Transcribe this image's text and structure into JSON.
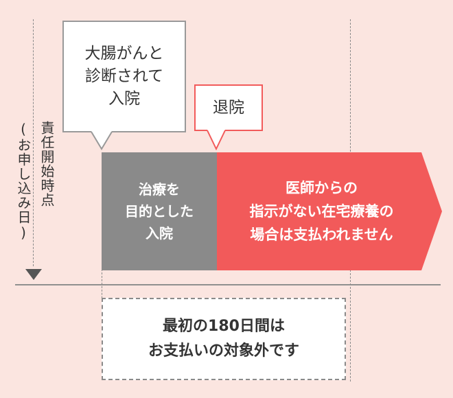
{
  "left_label": {
    "main": "責任開始時点",
    "sub": "(お申し込み日)"
  },
  "callout_admission": {
    "lines": [
      "大腸がんと",
      "診断されて",
      "入院"
    ]
  },
  "callout_discharge": {
    "text": "退院"
  },
  "gray_block": {
    "lines": [
      "治療を",
      "目的とした",
      "入院"
    ]
  },
  "red_block": {
    "lines": [
      "医師からの",
      "指示がない在宅療養の",
      "場合は支払われません"
    ]
  },
  "bottom_box": {
    "lines": [
      "最初の180日間は",
      "お支払いの対象外です"
    ]
  },
  "colors": {
    "background": "#fbe5e0",
    "gray": "#8a8a8a",
    "red": "#f25a5a",
    "callout_border_gray": "#999999",
    "callout_border_red": "#f25a5a"
  },
  "icons": {
    "timeline_marker": "down-triangle-icon"
  }
}
